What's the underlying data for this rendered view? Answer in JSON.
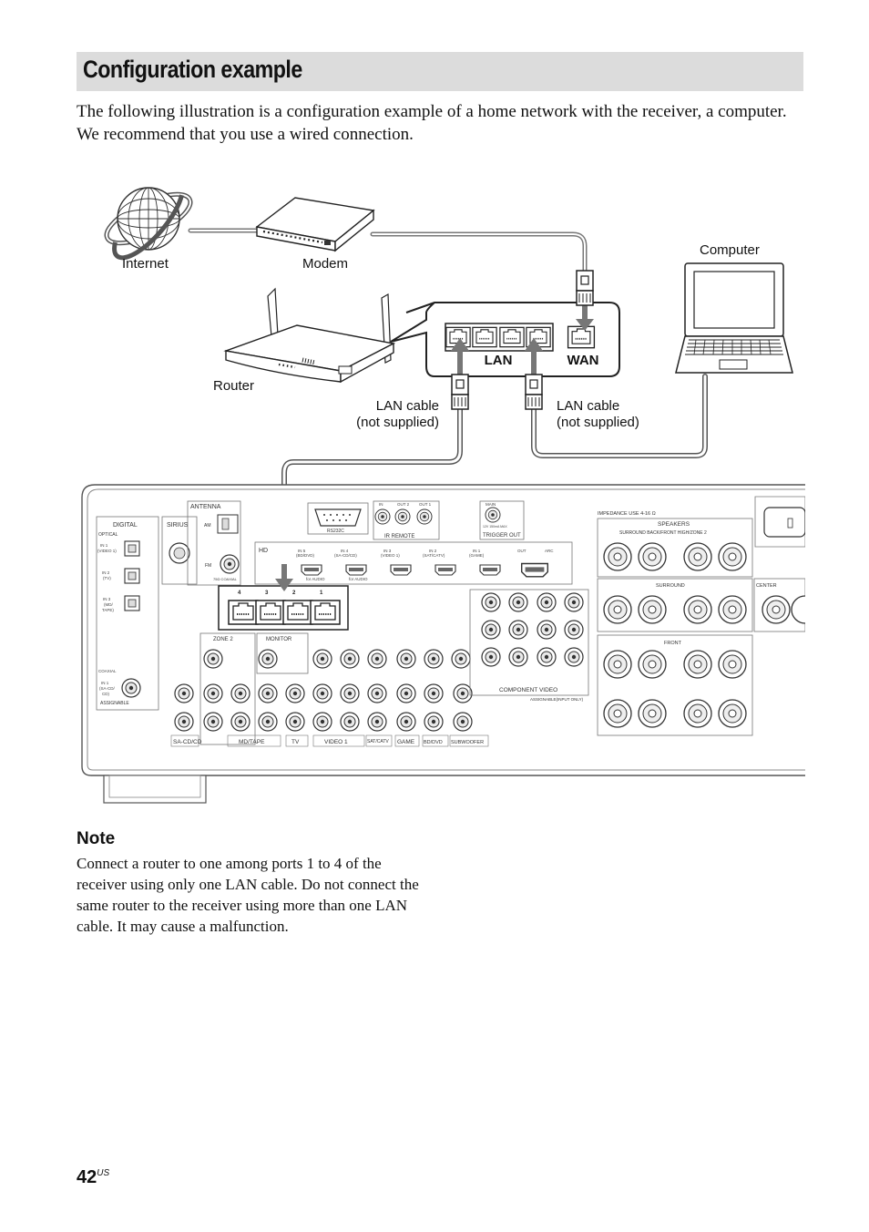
{
  "header": {
    "title": "Configuration example"
  },
  "intro": {
    "line1": "The following illustration is a configuration example of a home network with the receiver, a computer.",
    "line2": "We recommend that you use a wired connection."
  },
  "figure": {
    "labels": {
      "internet": "Internet",
      "modem": "Modem",
      "computer": "Computer",
      "router": "Router",
      "lan_cable_left": "LAN cable",
      "lan_cable_left_sub": "(not supplied)",
      "lan_cable_right": "LAN cable",
      "lan_cable_right_sub": "(not supplied)",
      "lan_port": "LAN",
      "wan_port": "WAN"
    },
    "receiver_panel": {
      "digital": "DIGITAL",
      "sirius": "SIRIUS",
      "antenna": "ANTENNA",
      "ir_remote": "IR REMOTE",
      "trigger_out": "TRIGGER OUT",
      "rs232c": "RS232C",
      "speakers": "SPEAKERS",
      "impedance": "IMPEDANCE USE 4-16 Ω",
      "surround_back": "SURROUND BACK/FRONT HIGH/ZONE 2",
      "surround": "SURROUND",
      "front": "FRONT",
      "center": "CENTER",
      "zone2": "ZONE 2",
      "monitor": "MONITOR",
      "component_video": "COMPONENT VIDEO",
      "assignable_input_only": "ASSIGNABLE(INPUT ONLY)",
      "optical": "OPTICAL",
      "coaxial": "COAXIAL",
      "assignable": "ASSIGNABLE",
      "bottom_labels": [
        "SA-CD/CD",
        "MD/TAPE",
        "TV",
        "VIDEO 1",
        "SAT/CATV",
        "GAME",
        "BD/DVD",
        "SUBWOOFER"
      ],
      "port_numbers": [
        "4",
        "3",
        "2",
        "1"
      ]
    }
  },
  "note": {
    "heading": "Note",
    "body": "Connect a router to one among ports 1 to 4 of the receiver using only one LAN cable. Do not connect the same router to the receiver using more than one LAN cable. It may cause a malfunction."
  },
  "page": {
    "number": "42",
    "suffix": "US"
  }
}
